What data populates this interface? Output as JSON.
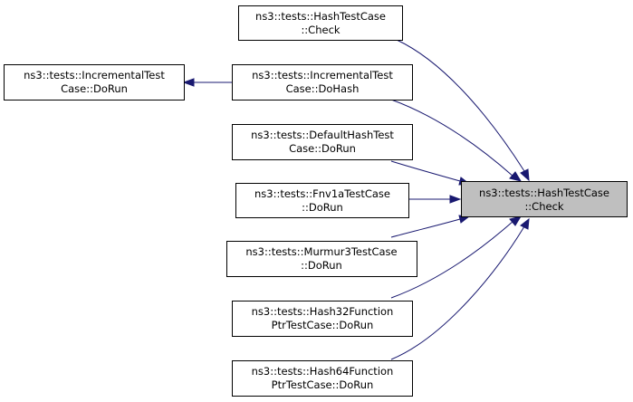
{
  "graph": {
    "colors": {
      "edge": "#191970",
      "focus_fill": "#bfbfbf",
      "node_fill": "#ffffff",
      "border": "#000000"
    },
    "nodes": {
      "hashcheck_root": {
        "lines": [
          "ns3::tests::HashTestCase",
          "::Check"
        ]
      },
      "hashcheck_top": {
        "lines": [
          "ns3::tests::HashTestCase",
          "::Check"
        ]
      },
      "incremental_dohash": {
        "lines": [
          "ns3::tests::IncrementalTest",
          "Case::DoHash"
        ]
      },
      "incremental_dorun": {
        "lines": [
          "ns3::tests::IncrementalTest",
          "Case::DoRun"
        ]
      },
      "defaulthash_dorun": {
        "lines": [
          "ns3::tests::DefaultHashTest",
          "Case::DoRun"
        ]
      },
      "fnv1a_dorun": {
        "lines": [
          "ns3::tests::Fnv1aTestCase",
          "::DoRun"
        ]
      },
      "murmur3_dorun": {
        "lines": [
          "ns3::tests::Murmur3TestCase",
          "::DoRun"
        ]
      },
      "hash32_dorun": {
        "lines": [
          "ns3::tests::Hash32Function",
          "PtrTestCase::DoRun"
        ]
      },
      "hash64_dorun": {
        "lines": [
          "ns3::tests::Hash64Function",
          "PtrTestCase::DoRun"
        ]
      }
    }
  }
}
